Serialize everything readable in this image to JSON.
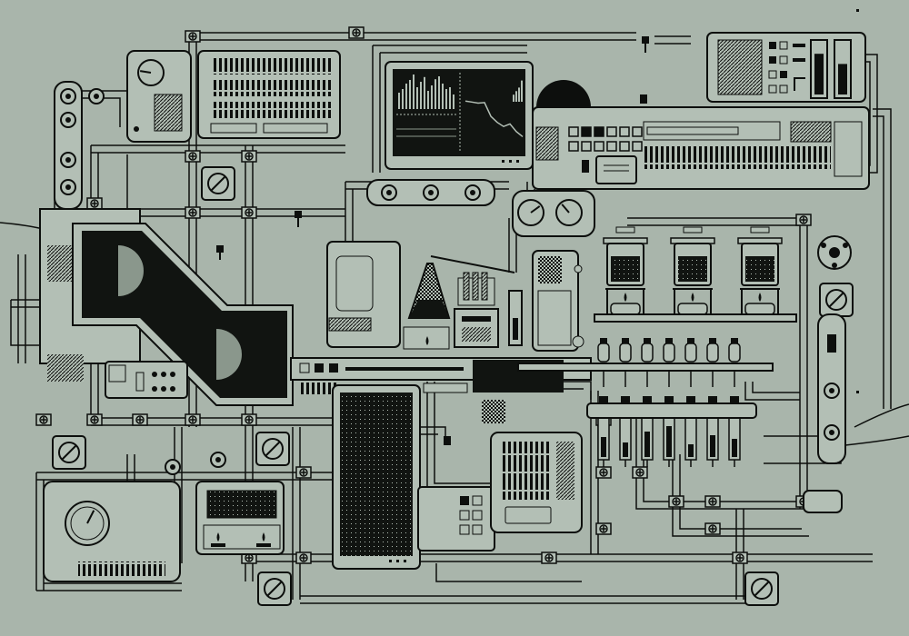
{
  "palette": {
    "background": "#a9b5ab",
    "panel": "#b3bfb5",
    "ink": "#0d0f0d",
    "screen": "#111411",
    "dim": "#8a978c"
  },
  "monitor": {
    "bars": [
      0.45,
      0.55,
      0.7,
      0.8,
      0.95,
      0.6,
      0.75,
      0.88,
      0.5,
      0.65,
      0.82,
      0.9,
      0.7,
      0.55,
      0.6,
      0.4
    ],
    "trend": [
      0.2,
      0.22,
      0.24,
      0.23,
      0.5,
      0.62,
      0.7,
      0.65,
      0.8,
      0.9
    ],
    "right_bars": [
      0.3,
      0.45,
      0.6,
      0.9
    ]
  },
  "tanks": {
    "count": 3,
    "fill_level": 0.7
  },
  "syringes": {
    "count": 7,
    "fill_levels": [
      0.55,
      0.4,
      0.7,
      0.85,
      0.35,
      0.6,
      0.5
    ]
  },
  "gauges": [
    {
      "name": "top-left-gauge",
      "value": 0.2
    },
    {
      "name": "mid-gauge-a",
      "value": 0.7
    },
    {
      "name": "mid-gauge-b",
      "value": 0.35
    },
    {
      "name": "bottom-left-gauge",
      "value": 0.6
    }
  ],
  "sliders": {
    "levels": [
      0.8,
      0.6
    ]
  },
  "icons": {
    "valve": "valve-icon",
    "fan": "fan-icon",
    "flask": "flask-icon",
    "flame": "flame-icon"
  }
}
